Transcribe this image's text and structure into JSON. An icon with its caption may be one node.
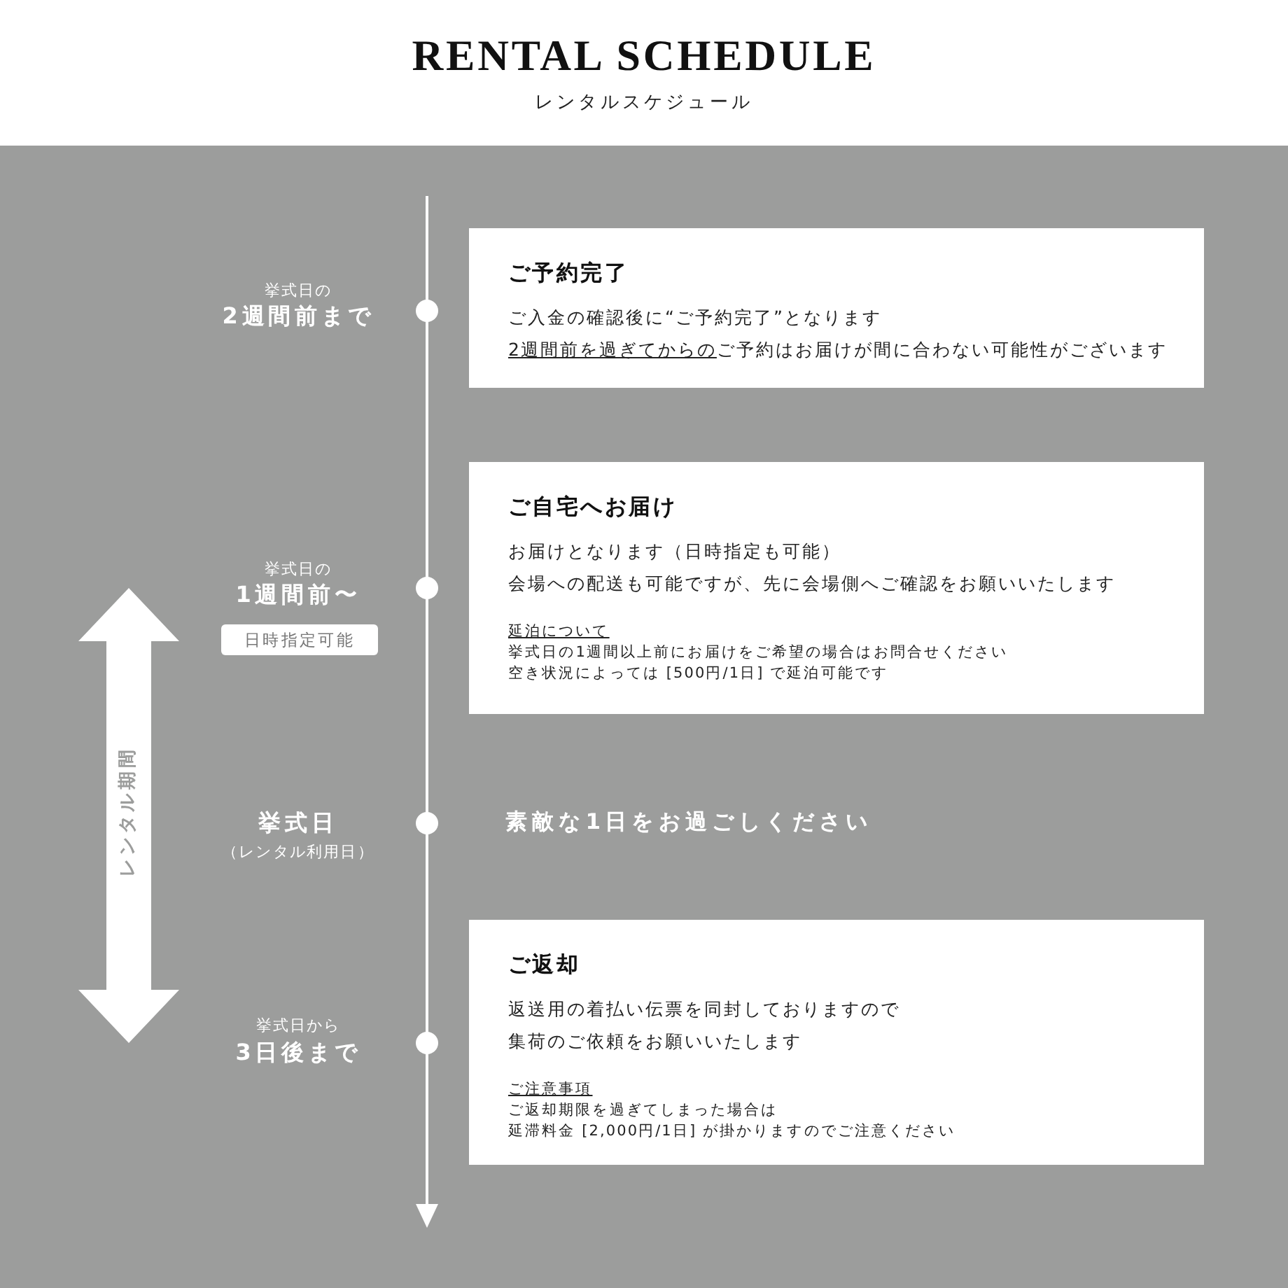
{
  "diagram": {
    "title": "RENTAL SCHEDULE",
    "nodes": [
      {
        "text": [
          "ご予約完了",
          "ご入金の確認後に“ご予約完了”となります",
          "2週間前を過ぎてからの",
          "ご予約はお届けが間に合わない可能性がございます"
        ]
      },
      {
        "text": [
          "ご自宅へお届け",
          "お届けとなります（日時指定も可能）",
          "会場への配送も可能ですが、先に会場側へご確認をお願いいたします",
          "延泊について",
          "挙式日の1週間以上前にお届けをご希望の場合はお問合せください",
          "空き状況によっては [500円/1日] で延泊可能です"
        ]
      },
      {
        "text": [
          "日時指定可能"
        ]
      },
      {
        "text": [
          "ご返却",
          "返送用の着払い伝票を同封しておりますので",
          "集荷のご依頼をお願いいたします",
          "ご注意事項",
          "ご返却期限を過ぎてしまった場合は",
          "延滞料金 [2,000円/1日] が掛かりますのでご注意ください"
        ]
      }
    ],
    "labels": [
      "レンタルスケジュール",
      "挙式日の",
      "2週間前まで",
      "挙式日の",
      "1週間前〜",
      "挙式日",
      "（レンタル利用日）",
      "素敵な1日をお過ごしください",
      "挙式日から",
      "3日後まで",
      "レンタル期間"
    ]
  }
}
